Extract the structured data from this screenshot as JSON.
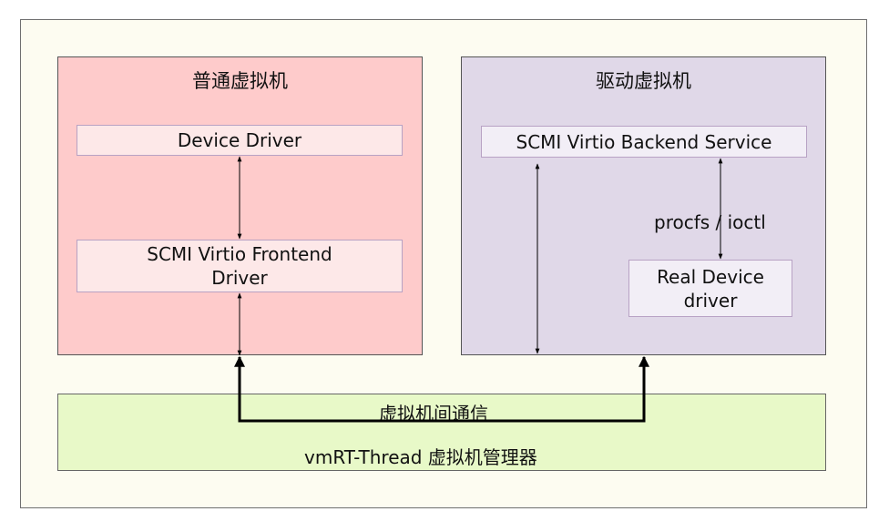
{
  "normal_vm": {
    "title": "普通虚拟机",
    "device_driver": "Device Driver",
    "frontend_line1": "SCMI Virtio Frontend",
    "frontend_line2": "Driver"
  },
  "driver_vm": {
    "title": "驱动虚拟机",
    "backend_service": "SCMI Virtio Backend Service",
    "procfs_label": "procfs / ioctl",
    "real_line1": "Real Device",
    "real_line2": "driver"
  },
  "ivc_label": "虚拟机间通信",
  "manager_label": "vmRT-Thread 虚拟机管理器",
  "colors": {
    "canvas": "#fdfcf1",
    "normal_vm": "#fecbcb",
    "driver_vm": "#e0d8e8",
    "manager": "#e8f9c8"
  }
}
